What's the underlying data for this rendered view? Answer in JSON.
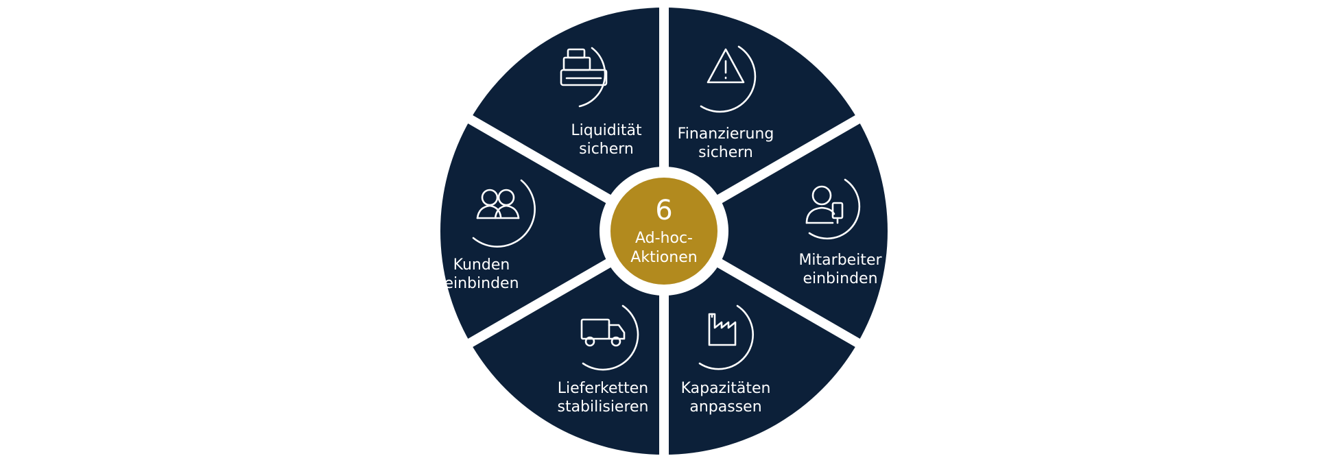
{
  "colors": {
    "segment": "#0c2039",
    "center": "#b28a1e",
    "background": "#ffffff",
    "text": "#ffffff"
  },
  "center": {
    "number": "6",
    "line1": "Ad-hoc-",
    "line2": "Aktionen"
  },
  "segments": [
    {
      "id": "liquiditaet",
      "icon": "cash-register-icon",
      "line1": "Liquidität",
      "line2": "sichern"
    },
    {
      "id": "finanzierung",
      "icon": "warning-icon",
      "line1": "Finanzierung",
      "line2": "sichern"
    },
    {
      "id": "mitarbeiter",
      "icon": "employee-device-icon",
      "line1": "Mitarbeiter",
      "line2": "einbinden"
    },
    {
      "id": "kapazitaeten",
      "icon": "factory-icon",
      "line1": "Kapazitäten",
      "line2": "anpassen"
    },
    {
      "id": "lieferketten",
      "icon": "truck-icon",
      "line1": "Lieferketten",
      "line2": "stabilisieren"
    },
    {
      "id": "kunden",
      "icon": "customers-icon",
      "line1": "Kunden",
      "line2": "einbinden"
    }
  ]
}
